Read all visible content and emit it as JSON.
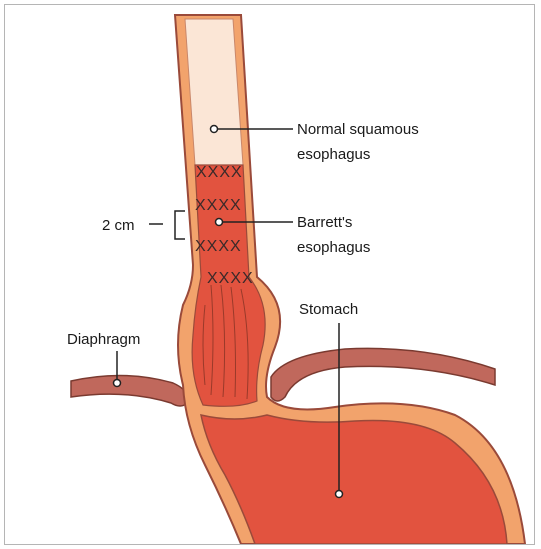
{
  "labels": {
    "normal_squamous_line1": "Normal squamous",
    "normal_squamous_line2": "esophagus",
    "barretts_line1": "Barrett's",
    "barretts_line2": "esophagus",
    "stomach": "Stomach",
    "diaphragm": "Diaphragm",
    "measure": "2 cm"
  },
  "biopsy_marks": [
    "XXXX",
    "XXXX",
    "XXXX",
    "XXXX"
  ],
  "colors": {
    "wall_outer": "#f2a36c",
    "wall_edge": "#9a4a3a",
    "normal_lumen": "#fbe6d6",
    "barrett_tissue": "#e2533f",
    "stomach": "#e2533f",
    "diaphragm": "#c0685c",
    "line": "#222222"
  }
}
